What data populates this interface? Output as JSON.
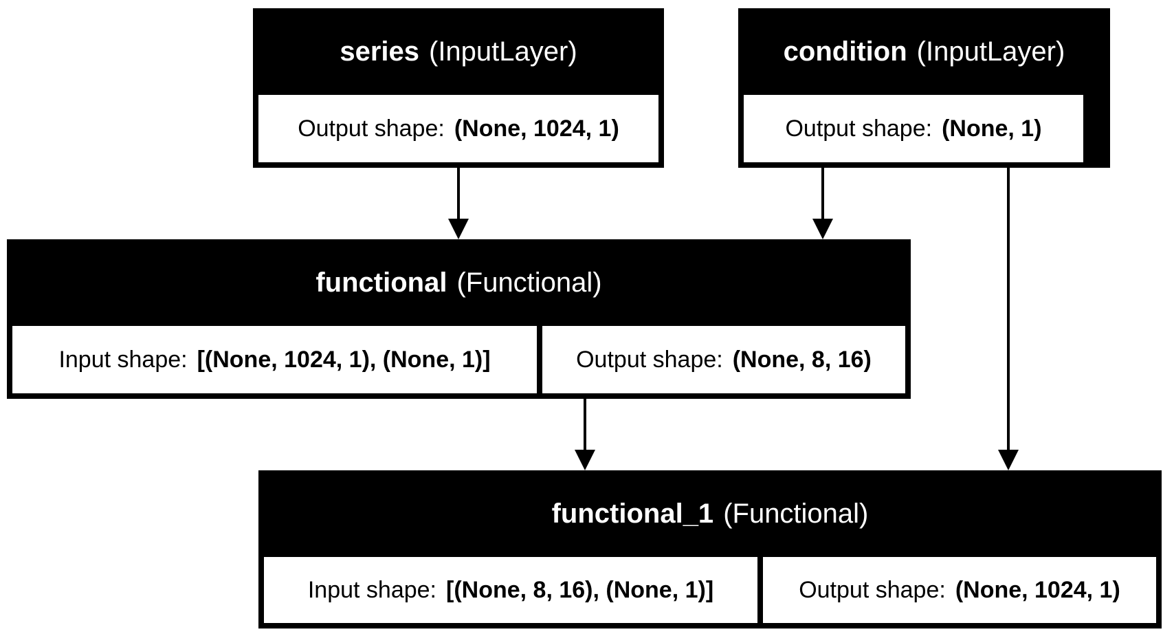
{
  "nodes": {
    "series": {
      "name": "series",
      "type": "(InputLayer)",
      "output_label": "Output shape:",
      "output_value": "(None, 1024, 1)"
    },
    "condition": {
      "name": "condition",
      "type": "(InputLayer)",
      "output_label": "Output shape:",
      "output_value": "(None, 1)"
    },
    "functional": {
      "name": "functional",
      "type": "(Functional)",
      "input_label": "Input shape:",
      "input_value": "[(None, 1024, 1), (None, 1)]",
      "output_label": "Output shape:",
      "output_value": "(None, 8, 16)"
    },
    "functional_1": {
      "name": "functional_1",
      "type": "(Functional)",
      "input_label": "Input shape:",
      "input_value": "[(None, 8, 16), (None, 1)]",
      "output_label": "Output shape:",
      "output_value": "(None, 1024, 1)"
    }
  },
  "edges": [
    {
      "from": "series",
      "to": "functional"
    },
    {
      "from": "condition",
      "to": "functional"
    },
    {
      "from": "functional",
      "to": "functional_1"
    },
    {
      "from": "condition",
      "to": "functional_1"
    }
  ],
  "colors": {
    "node_fill": "#000000",
    "cell_fill": "#ffffff",
    "edge": "#000000",
    "background": "#ffffff"
  }
}
